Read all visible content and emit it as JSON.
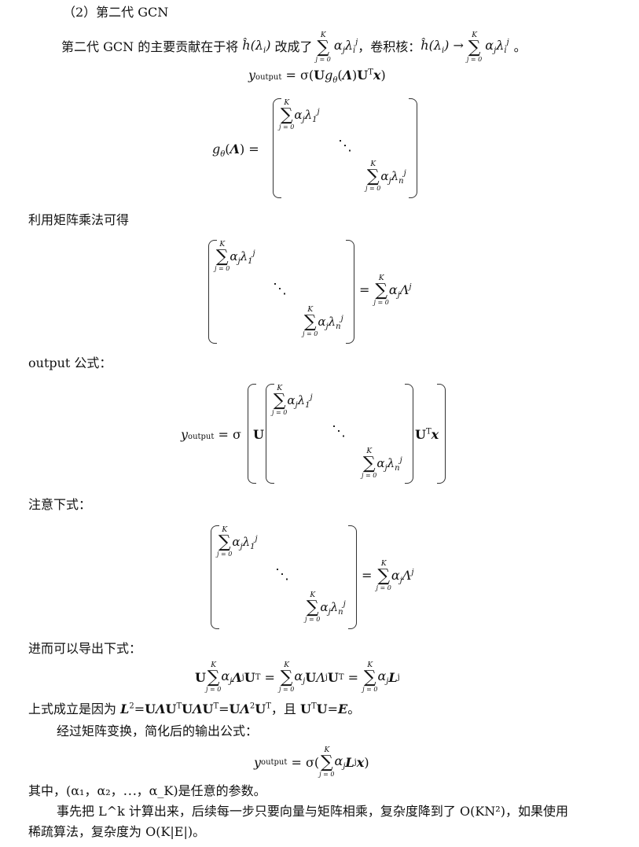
{
  "heading": "（2）第二代 GCN",
  "p1": {
    "prefix": "第二代 GCN 的主要贡献在于将",
    "mid": "改成了",
    "mid2": "，卷积核：",
    "suffix": "。"
  },
  "labels": {
    "matmul": "利用矩阵乘法可得",
    "output": "output 公式：",
    "note": "注意下式：",
    "derive": "进而可以导出下式：",
    "reason_prefix": "上式成立是因为",
    "reason_and": "，且",
    "transform": "经过矩阵变换，简化后的输出公式：",
    "params": "其中，(α₁，α₂，⋯，α_K)是任意的参数。",
    "last1": "事先把 L^k 计算出来，后续每一步只要向量与矩阵相乘，复杂度降到了 O(KN²)，如果使用",
    "last2": "稀疏算法，复杂度为 O(K|E|)。"
  },
  "math": {
    "K": "K",
    "j0": "j = 0",
    "y": "y",
    "sub_output": "output",
    "sigma": "σ",
    "eq_sign": "=",
    "g_theta": "g",
    "theta": "θ",
    "Lambda": "Λ",
    "U": "U",
    "T": "T",
    "x": "x",
    "alpha_j": "α",
    "lambda": "λ",
    "L": "L",
    "E": "E"
  }
}
